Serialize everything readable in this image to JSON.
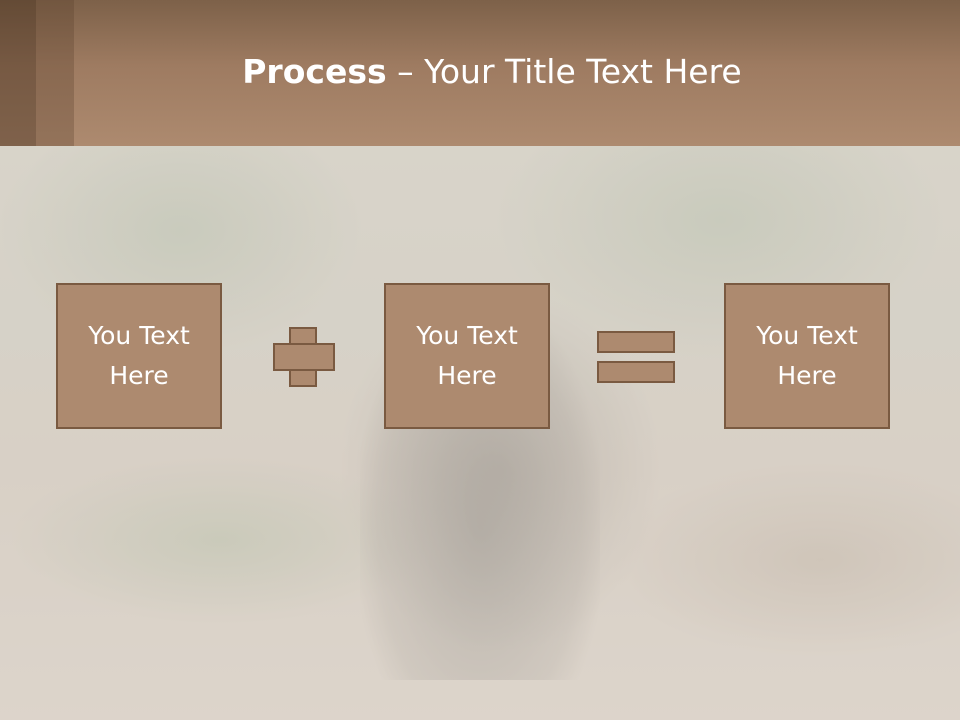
{
  "slide": {
    "title_bold": "Process",
    "title_rest": " – Your Title Text Here",
    "boxes": [
      {
        "text": "You Text\nHere"
      },
      {
        "text": "You Text\nHere"
      },
      {
        "text": "You Text\nHere"
      }
    ],
    "operators": [
      "plus-icon",
      "equals-icon"
    ]
  },
  "colors": {
    "header": "#ad8a6f",
    "box_fill": "#ad8a6f",
    "box_border": "#7a5a41",
    "text": "#ffffff"
  }
}
